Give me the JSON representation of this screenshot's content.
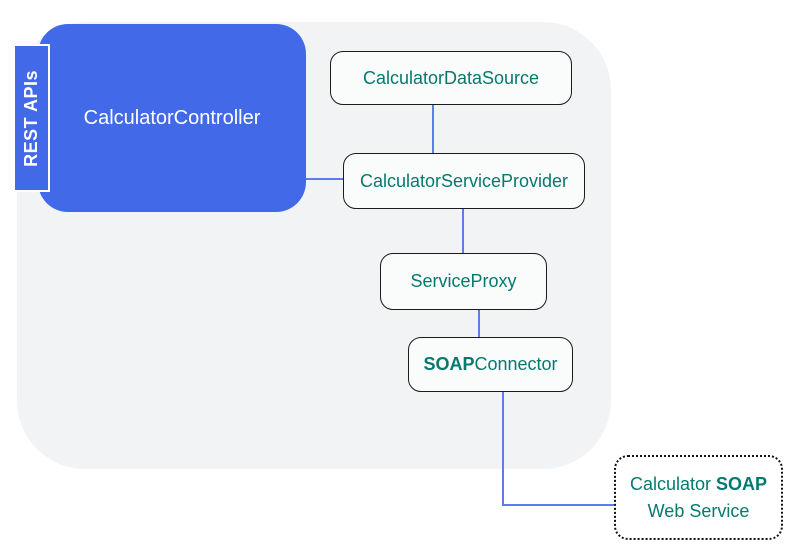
{
  "diagram": {
    "side_label": "REST APIs",
    "nodes": {
      "controller": "CalculatorController",
      "data_source": "CalculatorDataSource",
      "service_provider": "CalculatorServiceProvider",
      "service_proxy": "ServiceProxy",
      "soap_connector_bold": "SOAP",
      "soap_connector_rest": "Connector",
      "web_service_line1_normal": "Calculator ",
      "web_service_line1_bold": "SOAP",
      "web_service_line2": "Web Service"
    },
    "colors": {
      "accent_blue": "#4169E8",
      "connector_line_blue": "#5B7CEB",
      "node_text_teal": "#047A6E",
      "container_gray": "#F2F3F4"
    }
  }
}
